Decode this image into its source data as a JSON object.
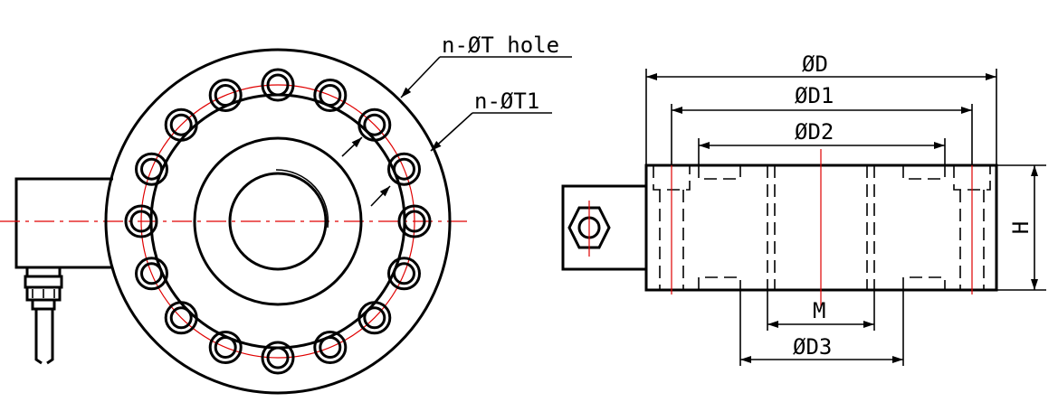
{
  "labels": {
    "hole": "n-ØT hole",
    "hole1": "n-ØT1",
    "d": "ØD",
    "d1": "ØD1",
    "d2": "ØD2",
    "d3": "ØD3",
    "m": "M",
    "h": "H"
  },
  "colors": {
    "outline": "#000000",
    "centerline": "#e00000"
  }
}
